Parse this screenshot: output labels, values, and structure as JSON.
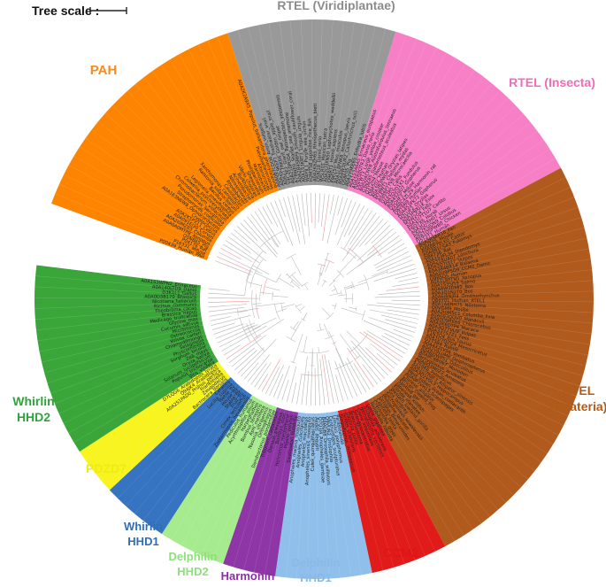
{
  "scale": {
    "label": "Tree scale :"
  },
  "clades": [
    {
      "id": "rtel-viridiplantae",
      "label": "RTEL (Viridiplantae)",
      "color": "#999999",
      "textColor": "#8c8c8c",
      "start": -18,
      "end": 17
    },
    {
      "id": "rtel-insecta",
      "label": "RTEL (Insecta)",
      "color": "#f77fc6",
      "textColor": "#f06cb8",
      "start": 17,
      "end": 62
    },
    {
      "id": "rtel-bilateria",
      "label": "RTEL (Bilateria)",
      "color": "#b05a1d",
      "textColor": "#b15a18",
      "start": 62,
      "end": 152
    },
    {
      "id": "ccm2",
      "label": "CCM2",
      "color": "#e11a1a",
      "textColor": "#e01515",
      "start": 152,
      "end": 168
    },
    {
      "id": "delphilin-hhd1",
      "label": "Delphilin HHD1",
      "color": "#8fbfea",
      "textColor": "#8ab9e6",
      "start": 168,
      "end": 188
    },
    {
      "id": "harmonin",
      "label": "Harmonin",
      "color": "#8e36a6",
      "textColor": "#8a2ea3",
      "start": 188,
      "end": 199
    },
    {
      "id": "delphilin-hhd2",
      "label": "Delphilin HHD2",
      "color": "#a6ec8e",
      "textColor": "#8ee07a",
      "start": 199,
      "end": 213
    },
    {
      "id": "whirlin-hhd1",
      "label": "Whirlin HHD1",
      "color": "#3673c0",
      "textColor": "#2f6fb7",
      "start": 213,
      "end": 227
    },
    {
      "id": "pdzd7",
      "label": "PDZD7",
      "color": "#f7f420",
      "textColor": "#f2ea10",
      "start": 227,
      "end": 237
    },
    {
      "id": "whirlin-hhd2",
      "label": "Whirlin HHD2",
      "color": "#3aa63a",
      "textColor": "#2fa33a",
      "start": 237,
      "end": 277
    },
    {
      "id": "pah",
      "label": "PAH",
      "color": "#fd8400",
      "textColor": "#f98a1d",
      "start": 290,
      "end": 342
    }
  ],
  "leaves": [
    "A0A0B7CDQ4_Arion_vulgaris",
    "A0A2C9KEP7_Freshwater_snail",
    "A0A2T7NK66_Golden_apple_snail",
    "V4C3E2_Giant_owl_limpet",
    "A0A210PUQ4_Patinopecten_yessoensis",
    "A7RWE0_Starlet_sea_anemone",
    "A0A2B4SMP9_Smooth_cauliflower_coral",
    "A0A1S3KRT3_Lingula_unguis",
    "W4YIL1_Purple_sea_urchin",
    "H2MT58_Japanese_rice_fish",
    "A0A2K6ZH65_Rhinopithecus_bieti",
    "Q5RI18_Danio_rerio",
    "W5LR01_Mexican_tetra",
    "A0A2U3XN50_Leptonychotes_weddellii",
    "Q96RT1_Homo_sapiens",
    "E9PZ50_Mus_musculus",
    "A0A1L8FNK8_Xenopus_laevis",
    "A0A4W3JUR2_Callorhinchus_milii",
    "Q58F05_Pig",
    "A0A2Y9KE65_Enhydra_lutris",
    "A0A1S3A6A5_Erinaceus_europaeus",
    "A0A2R8QTR3_Danio_rerio",
    "D0FWT3_Large_yellow_croaker",
    "A0A2I4CHY8_Austrofundulus_limnaeus",
    "G3NZ85_Gasterosteus_aculeatus",
    "Q3T2H4_Mouse",
    "Q9P202_Human",
    "A0A3B3IWD6_Oryzias_latipes",
    "M7BWT1_Chelonia_mydas",
    "A0A6P7YV8_Microcaecilia",
    "Q7Z3R5_Canis",
    "A0A3Q2Q1X1_Fundulus",
    "A0A452IJU7_Gopherus",
    "Q5QHF3_Mouse",
    "A0A8C4ZLZ9_Harmonin_rat",
    "Q9Y6N9_Human",
    "A0A452FK72_Gopherus",
    "H2LUF2_Oryzias",
    "A0A3P8XJ1K_Esox",
    "M3W2G4_Felis",
    "A0A1U7T1U7_Carlito",
    "F6Q7X6_Horse",
    "A0A3Q7XH07_Ursus",
    "A0A2K5JQN9_Colobus",
    "A0A1D5PWB0_Chicken",
    "Q5T2T1_Human",
    "A0A2R9AR18_Pan",
    "Q3UZZ5_Mouse",
    "A0A8B7VLK0_Castor",
    "A0A091CS43_Fukomys",
    "O88736_Rat",
    "A0A1S3FL34_Dipodomys",
    "A0A218UA07_Lonchura",
    "A0A3Q7UJ17_Vulpes",
    "A0A384BX14_Balaena",
    "A0A2U9PSQ9_CCM2_Danio",
    "Q9BSQ5_Human",
    "A0A1L8FTN5_Xenopus",
    "A0A1S3SJ59_Salmo",
    "A0A4W2DMI2_Bos",
    "A0A3Q1N2T0_Bos",
    "A0A6I8NJR4_Ornithorhynchus",
    "Q86Y01_Human_RTEL1",
    "A0A1A6HH75_Neotoma",
    "Q0VGM9_Mouse",
    "A0A2I0M5C1_Columba_livia",
    "A0A093QQV0_Manacus",
    "A0A0D9RK66_Chlorocebus",
    "A0A2K6DTP4_Macaca",
    "A0A3Q7TVU9_Vulpes",
    "A0A337S7Z1_Felis",
    "F1N3Q4_Bos_taurus",
    "A0A1U7QZQ4_Mesocricetus",
    "G1T3B4_Rabbit",
    "A0A4X2LVS6_Vombatus",
    "A0A2Y9LUM6_Delphinapterus",
    "A0A6J0WP51_Odocoileus",
    "A0A8C6B0N7_Monodon",
    "Tachyglossus_aculeatus",
    "A0A0Q3M0Z3_Amazona",
    "K7F6K6_Pelodiscus",
    "A0A1U7R8F3_Alligator_sinensis",
    "A0A3Q2XGL3_Hippocampus",
    "West_indian_ocean_coelacanth",
    "A0A0P7VH13_Scleropages",
    "Chinese_alligator",
    "African_clawed_frog",
    "Spotted_gar",
    "Japanese_killifish",
    "Florida_manatee",
    "Western_lowland_gorilla",
    "Sea_lamprey",
    "Saccoglossus_kowalevskii",
    "Philippine_lancelet",
    "Octopus_bimaculoides",
    "Capitella_teleta",
    "Crassostrea_gigas",
    "Helobdella_robusta",
    "Lottia_gigantea",
    "Trichoplax_adhaerens",
    "Nematostella_vectensis",
    "Ciona_intestinalis",
    "Strongylocentrotus",
    "Branchiostoma",
    "Daphnia_pulex",
    "Ixodes_scapularis",
    "Stegodyphus_mimosarum",
    "Parasteatoda",
    "Limulus_polyphemus",
    "Centruroides_sculpturatus",
    "Q9VUN2_Drosophila",
    "B4MUB8_Drosophila_willistoni",
    "Q7Q3J4_Anopheles_gambiae",
    "Aedes_aegypti",
    "Culex_quinquefasciatus",
    "Anopheles_sinensis_mosquito",
    "Anopheles_maculatus",
    "Anopheles_culicifacies",
    "Anopheles_malaria_mosquito",
    "Swallowtail_butterfly",
    "Papilio_polytes",
    "Heliconius_melpomene",
    "Bombyx_mori",
    "Danaus_plexippus",
    "Tribolium_castaneum",
    "Dendroctonus_ponderosae",
    "Onthophagus",
    "Nasonia_vitripennis",
    "Apis_mellifera",
    "Bombus_terrestris",
    "Harpegnathos",
    "Acyrthosiphon_pisum",
    "Pediculus_humanus",
    "Zootermopsis_nevadensis",
    "Cimex_lectularius",
    "Fruit_fly",
    "Stable_fly",
    "House_fly",
    "Tsetse_fly",
    "Lucilia_cuprina",
    "Ceratitis",
    "Bactrocera_dorsalis",
    "Zeugodacus",
    "Frankliniella",
    "A0A251PAD0_Prunus_persica",
    "Q94JK4_Arabidopsis",
    "D7LQG6_Arabidopsis_lyrata",
    "Vitis_vinifera",
    "Populus_trichocarpa",
    "Solanum_lycopersicum",
    "Oryza_sativa",
    "Zea_mays",
    "Sorghum_bicolor",
    "Physcomitrella",
    "Selaginella",
    "Chlamydomonas",
    "Volvox_carteri",
    "Ostreococcus",
    "Micromonas",
    "Cucumis_sativus",
    "Glycine_max",
    "Medicago_truncatula",
    "Brassica_napus",
    "Theobroma_cacao",
    "Ricinus_communis",
    "Nicotiana_tabacum",
    "A0A0D3B170_Brassica",
    "D3K1L1_Gallus",
    "A0A140LTD9_Danio",
    "A0A1S3WPN2_Erinaceus",
    "P00439_Human_PAH",
    "P16331_Mouse",
    "P04176_Rat",
    "Q5NB65_Pig",
    "A0A0A0MTP8_Xenopus",
    "A0A2I0MZ83_Columba",
    "A0A091EJ30_Corvus",
    "A0A2K5PX11_Cebus",
    "Cryptococcus",
    "A0A1E3N6W8_Ophiocordyceps",
    "Streptomyces_coelicolor",
    "Pseudomonas_aeruginosa",
    "Chromobacterium_violaceum",
    "Colwellia_psychrerythraea",
    "Legionella_pneumophila",
    "Bacillus_cereus",
    "Ralstonia_solanacearum",
    "Xanthomonas_campestris",
    "Caulobacter",
    "Rhodobacter",
    "Nitrosomonas",
    "Acinetobacter",
    "Burkholderia",
    "Vibrio_cholerae",
    "Shewanella",
    "Photobacterium",
    "Marinobacter",
    "Alteromonas",
    "Pseudoalteromonas",
    "A0A2K2A9X5_Populus_balsamifera_phenylalanine",
    "A0A1J7GQB3_Lupinus_angustifolius",
    "A0A0F8E32_Actinidia_chinensis"
  ]
}
